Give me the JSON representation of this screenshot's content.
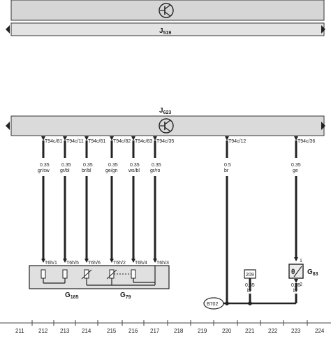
{
  "top_module": {
    "label": "J",
    "sub": "519"
  },
  "main_module": {
    "label": "J",
    "sub": "623"
  },
  "wires": [
    {
      "pin": "T94c/81",
      "gauge": "0.35",
      "color": "gr/sw",
      "conn": "T6h/1",
      "col": 212
    },
    {
      "pin": "T94c/11",
      "gauge": "0.35",
      "color": "gr/bl",
      "conn": "T6h/5",
      "col": 213
    },
    {
      "pin": "T94c/61",
      "gauge": "0.35",
      "color": "br/bl",
      "conn": "T6h/6",
      "col": 214
    },
    {
      "pin": "T94c/82",
      "gauge": "0.35",
      "color": "ge/gn",
      "conn": "T6h/2",
      "col": 215
    },
    {
      "pin": "T94c/83",
      "gauge": "0.35",
      "color": "ws/bl",
      "conn": "T6h/4",
      "col": 216
    },
    {
      "pin": "T94c/35",
      "gauge": "0.35",
      "color": "gr/ro",
      "conn": "T6h/3",
      "col": 217
    },
    {
      "pin": "T94c/12",
      "gauge": "0.5",
      "color": "br",
      "conn": "",
      "col": 220
    },
    {
      "pin": "T94c/36",
      "gauge": "0.35",
      "color": "ge",
      "conn": "",
      "col": 223
    }
  ],
  "components": {
    "g185": {
      "label": "G",
      "sub": "185"
    },
    "g79": {
      "label": "G",
      "sub": "79"
    },
    "g83": {
      "label": "G",
      "sub": "83"
    },
    "conn_209": "209",
    "ground": "B702"
  },
  "lower_wires": [
    {
      "gauge": "0.35",
      "color": "br"
    },
    {
      "gauge": "0.35",
      "color": "br"
    }
  ],
  "g83_pins": [
    "1",
    "2"
  ],
  "columns": [
    "211",
    "212",
    "213",
    "214",
    "215",
    "216",
    "217",
    "218",
    "219",
    "220",
    "221",
    "222",
    "223",
    "224"
  ]
}
